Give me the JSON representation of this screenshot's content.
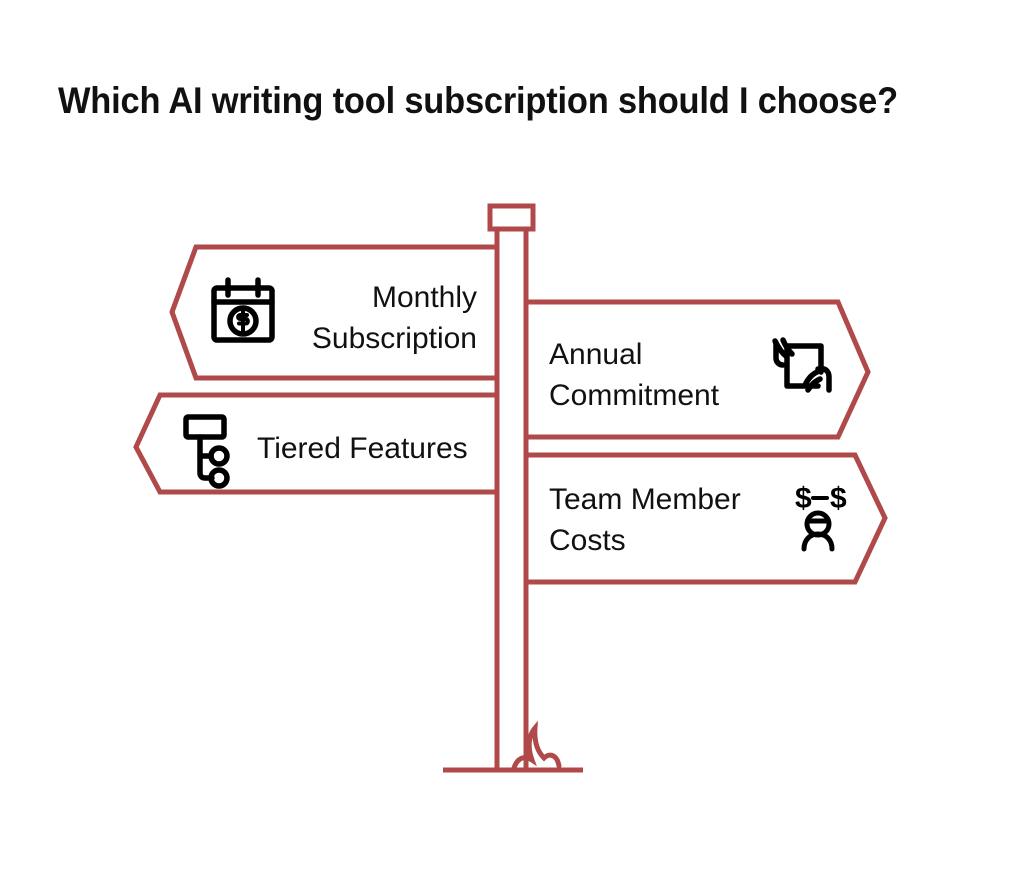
{
  "page": {
    "title": "Which AI writing tool subscription should I choose?",
    "background_color": "#ffffff",
    "accent_color": "#b04a4a",
    "text_color": "#111111",
    "icon_color": "#000000",
    "type": "signpost-infographic"
  },
  "signpost": {
    "post_color": "#b04a4a",
    "cap_label": "post-cap",
    "ground_label": "ground-line",
    "grass_label": "grass-tuft"
  },
  "signs": [
    {
      "id": "monthly-subscription",
      "label": "Monthly\nSubscription",
      "direction": "left",
      "icon": "calendar-dollar-icon",
      "icon_side": "left",
      "text_align": "right"
    },
    {
      "id": "annual-commitment",
      "label": "Annual\nCommitment",
      "direction": "right",
      "icon": "hands-holding-document-icon",
      "icon_side": "right",
      "text_align": "left"
    },
    {
      "id": "tiered-features",
      "label": "Tiered Features",
      "direction": "left",
      "icon": "hierarchy-tree-icon",
      "icon_side": "left",
      "text_align": "left"
    },
    {
      "id": "team-member-costs",
      "label": "Team Member\nCosts",
      "direction": "right",
      "icon": "person-dollar-icon",
      "icon_side": "right",
      "text_align": "left"
    }
  ]
}
